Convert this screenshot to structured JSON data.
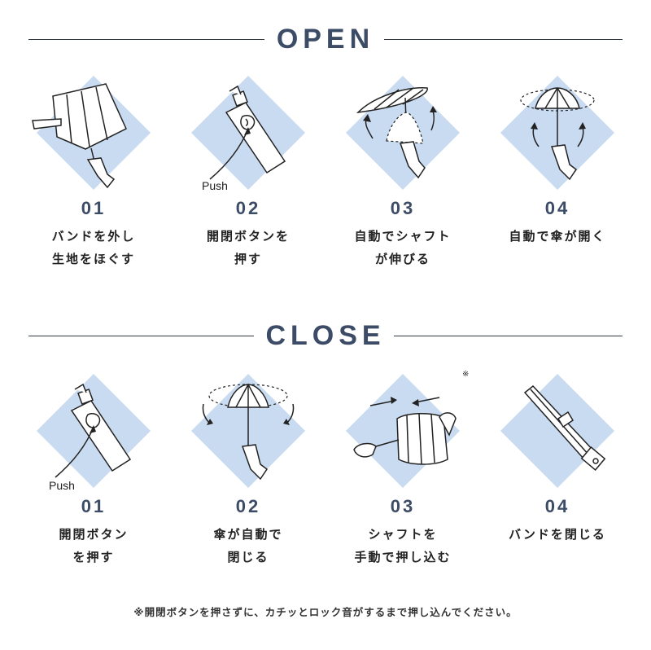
{
  "open": {
    "title": "OPEN",
    "steps": [
      {
        "num": "01",
        "desc": "バンドを外し\n生地をほぐす"
      },
      {
        "num": "02",
        "desc": "開閉ボタンを\n押す",
        "push": "Push"
      },
      {
        "num": "03",
        "desc": "自動でシャフト\nが伸びる"
      },
      {
        "num": "04",
        "desc": "自動で傘が開く"
      }
    ]
  },
  "close": {
    "title": "CLOSE",
    "steps": [
      {
        "num": "01",
        "desc": "開閉ボタン\nを押す",
        "push": "Push"
      },
      {
        "num": "02",
        "desc": "傘が自動で\n閉じる"
      },
      {
        "num": "03",
        "desc": "シャフトを\n手動で押し込む",
        "mark": "※"
      },
      {
        "num": "04",
        "desc": "バンドを閉じる"
      }
    ]
  },
  "footnote": "※開閉ボタンを押さずに、カチッとロック音がするまで押し込んでください。",
  "colors": {
    "heading": "#3c4b66",
    "diamond": "#c9dbf0",
    "line": "#333a44"
  }
}
